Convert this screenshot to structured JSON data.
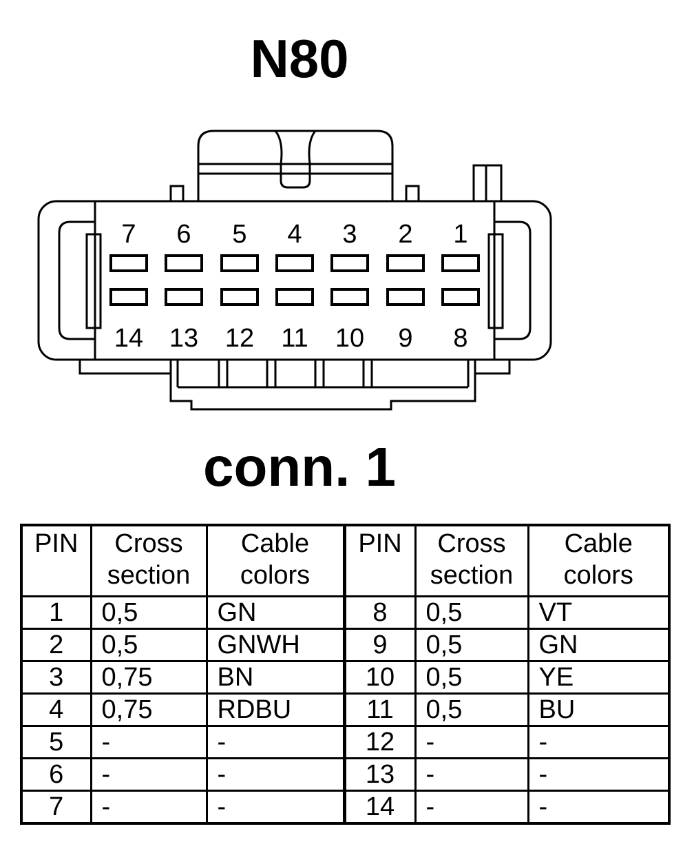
{
  "title": "N80",
  "subtitle": "conn. 1",
  "connector": {
    "top_row_pins": [
      "7",
      "6",
      "5",
      "4",
      "3",
      "2",
      "1"
    ],
    "bottom_row_pins": [
      "14",
      "13",
      "12",
      "11",
      "10",
      "9",
      "8"
    ]
  },
  "table": {
    "headers": [
      {
        "line1": "PIN",
        "line2": ""
      },
      {
        "line1": "Cross",
        "line2": "section"
      },
      {
        "line1": "Cable",
        "line2": "colors"
      },
      {
        "line1": "PIN",
        "line2": ""
      },
      {
        "line1": "Cross",
        "line2": "section"
      },
      {
        "line1": "Cable",
        "line2": "colors"
      }
    ],
    "rows": [
      {
        "pin_left": "1",
        "cross_left": "0,5",
        "color_left": "GN",
        "pin_right": "8",
        "cross_right": "0,5",
        "color_right": "VT"
      },
      {
        "pin_left": "2",
        "cross_left": "0,5",
        "color_left": "GNWH",
        "pin_right": "9",
        "cross_right": "0,5",
        "color_right": "GN"
      },
      {
        "pin_left": "3",
        "cross_left": "0,75",
        "color_left": "BN",
        "pin_right": "10",
        "cross_right": "0,5",
        "color_right": "YE"
      },
      {
        "pin_left": "4",
        "cross_left": "0,75",
        "color_left": "RDBU",
        "pin_right": "11",
        "cross_right": "0,5",
        "color_right": "BU"
      },
      {
        "pin_left": "5",
        "cross_left": "-",
        "color_left": "-",
        "pin_right": "12",
        "cross_right": "-",
        "color_right": "-"
      },
      {
        "pin_left": "6",
        "cross_left": "-",
        "color_left": "-",
        "pin_right": "13",
        "cross_right": "-",
        "color_right": "-"
      },
      {
        "pin_left": "7",
        "cross_left": "-",
        "color_left": "-",
        "pin_right": "14",
        "cross_right": "-",
        "color_right": "-"
      }
    ]
  }
}
